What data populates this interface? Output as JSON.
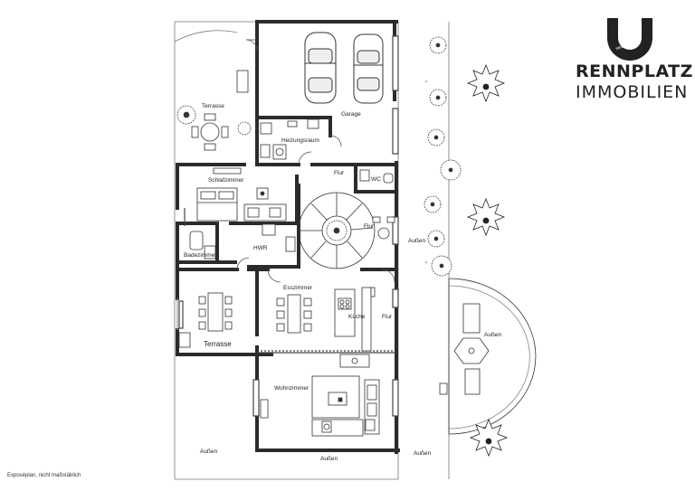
{
  "brand": {
    "name_line1": "RENNPLATZ",
    "name_line2": "IMMOBILIEN",
    "seal_text": "seit 2003"
  },
  "note": "Exposéplan, nicht maßstäblich",
  "rooms": {
    "terrasse_top": "Terrasse",
    "garage": "Garage",
    "heizungsraum": "Heizungsraum",
    "schlafzimmer": "Schlafzimmer",
    "flur_top": "Flur",
    "wc": "WC",
    "flur_stair": "Flur",
    "hwr": "HWR",
    "badezimmer": "Badezimmer",
    "aussen_right": "Außen",
    "esszimmer": "Esszimmer",
    "kueche": "Küche",
    "flur_right": "Flur",
    "terrasse_left": "Terrasse",
    "aussen_pergola": "Außen",
    "wohnzimmer": "Wohnzimmer",
    "aussen_bottom_left": "Außen",
    "aussen_bottom_mid": "Außen",
    "aussen_bottom_right": "Außen"
  },
  "colors": {
    "wall": "#2b2b2b",
    "line": "#555555"
  }
}
